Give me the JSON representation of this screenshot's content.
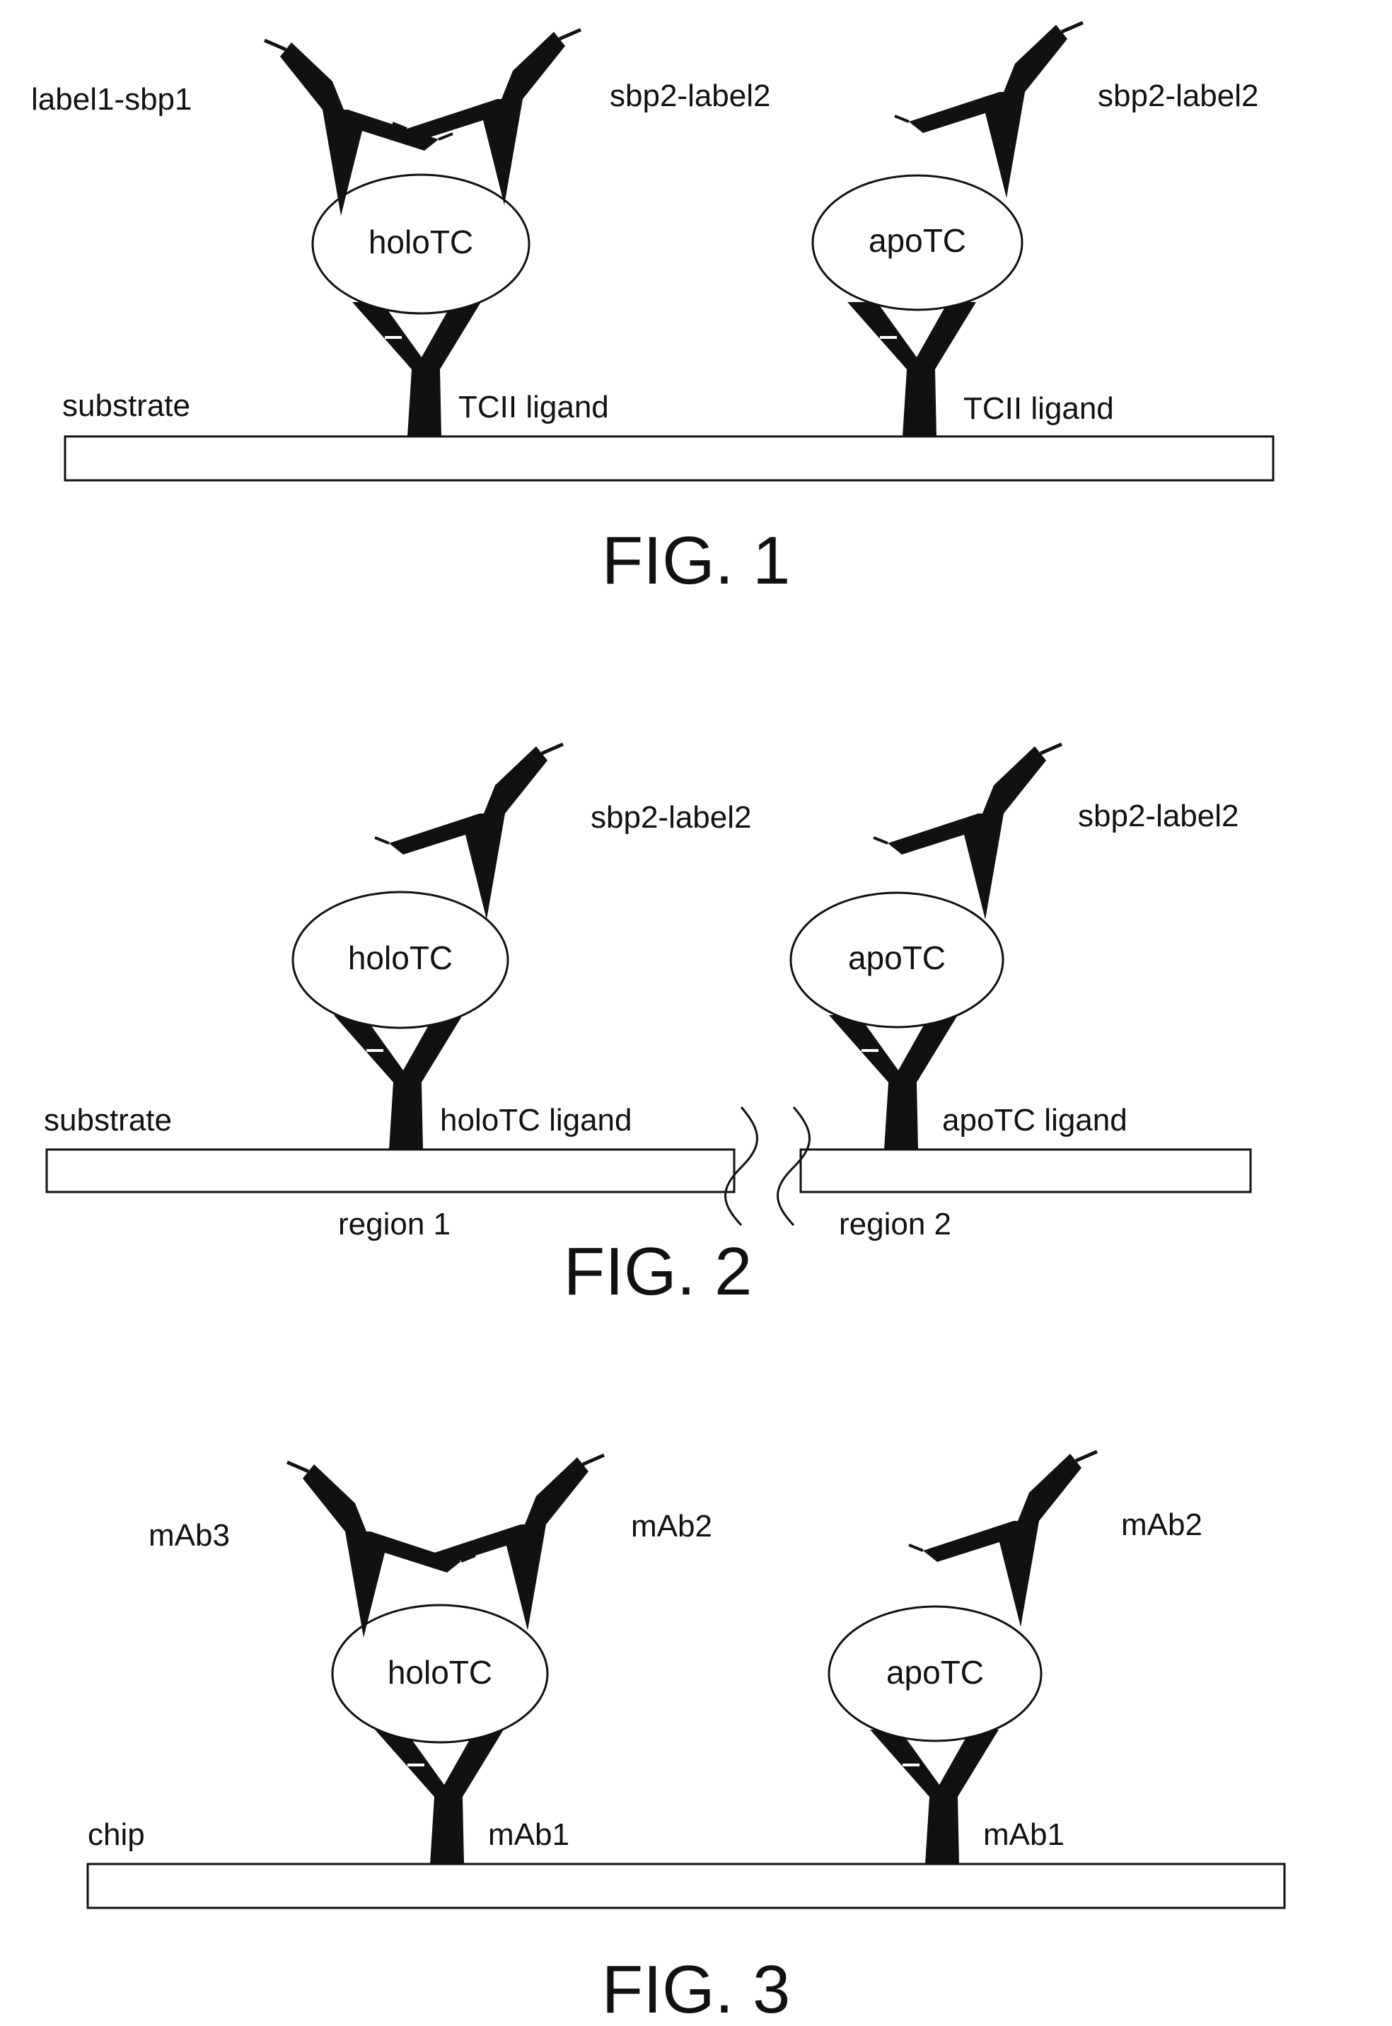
{
  "colors": {
    "ink": "#111111",
    "paper": "#ffffff"
  },
  "fig1": {
    "caption": "FIG. 1",
    "substrate_label": "substrate",
    "left": {
      "protein": "holoTC",
      "ligand": "TCII ligand",
      "probe_left": "label1-sbp1",
      "probe_right": "sbp2-label2"
    },
    "right": {
      "protein": "apoTC",
      "ligand": "TCII ligand",
      "probe_right": "sbp2-label2"
    }
  },
  "fig2": {
    "caption": "FIG. 2",
    "substrate_label": "substrate",
    "left": {
      "protein": "holoTC",
      "ligand": "holoTC ligand",
      "probe_right": "sbp2-label2",
      "region": "region 1"
    },
    "right": {
      "protein": "apoTC",
      "ligand": "apoTC ligand",
      "probe_right": "sbp2-label2",
      "region": "region 2"
    }
  },
  "fig3": {
    "caption": "FIG. 3",
    "substrate_label": "chip",
    "left": {
      "protein": "holoTC",
      "ligand": "mAb1",
      "probe_left": "mAb3",
      "probe_right": "mAb2"
    },
    "right": {
      "protein": "apoTC",
      "ligand": "mAb1",
      "probe_right": "mAb2"
    }
  }
}
